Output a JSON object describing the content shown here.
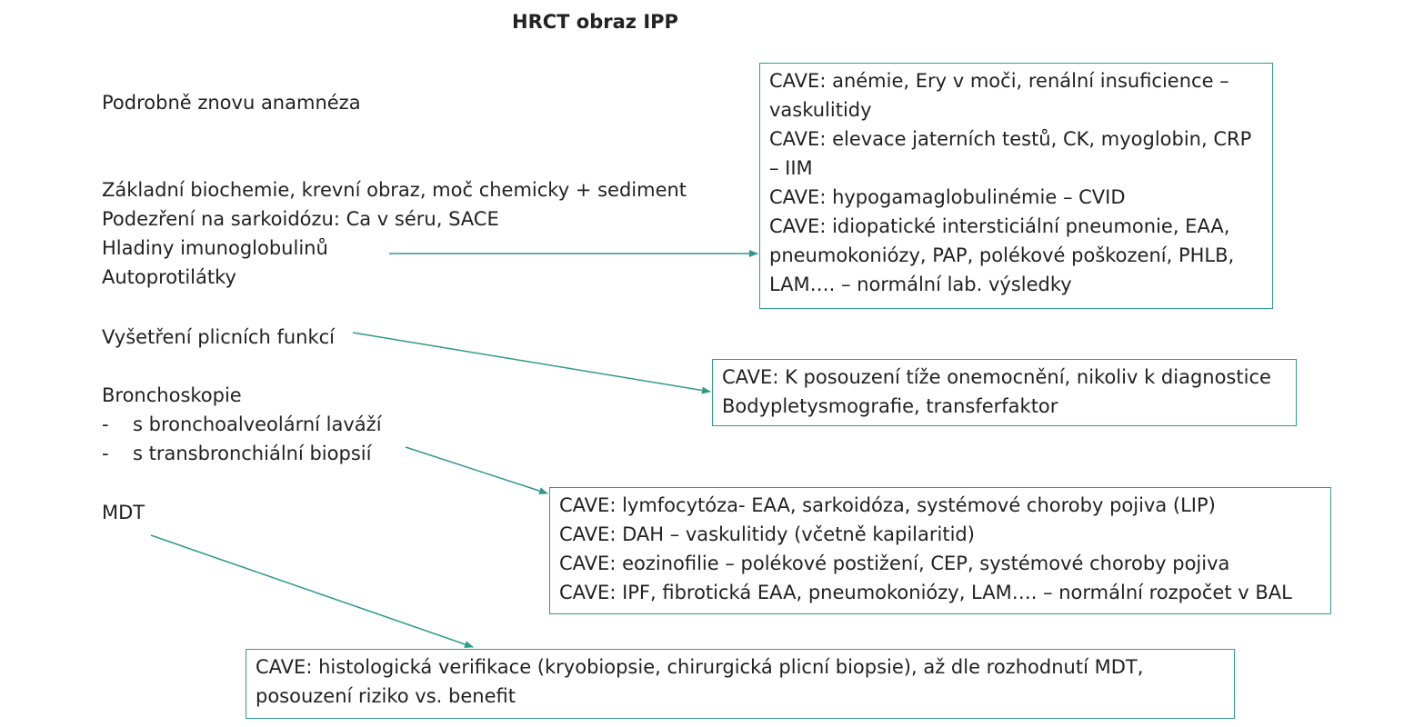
{
  "title": "HRCT obraz IPP",
  "left": {
    "anamneza": "Podrobně znovu anamnéza",
    "lab_lines": [
      "Základní biochemie, krevní obraz, moč chemicky + sediment",
      "Podezření na sarkoidózu: Ca v séru, SACE",
      "Hladiny imunoglobulinů",
      "Autoprotilátky"
    ],
    "plicni_funkce": "Vyšetření plicních funkcí",
    "bronchoskopie": "Bronchoskopie",
    "bronchoskopie_items": [
      "s bronchoalveolární laváží",
      "s transbronchiální biopsií"
    ],
    "dash": "-",
    "mdt": "MDT"
  },
  "boxes": {
    "lab": [
      "CAVE: anémie, Ery v moči, renální insuficience –",
      "vaskulitidy",
      "CAVE: elevace jaterních testů, CK, myoglobin, CRP",
      "– IIM",
      "CAVE: hypogamaglobulinémie – CVID",
      "CAVE: idiopatické intersticiální pneumonie, EAA,",
      "pneumokoniózy, PAP, polékové poškození, PHLB,",
      "LAM…. – normální lab. výsledky"
    ],
    "funkce": [
      "CAVE: K posouzení tíže onemocnění, nikoliv k diagnostice",
      "Bodypletysmografie, transferfaktor"
    ],
    "bronch": [
      "CAVE: lymfocytóza- EAA, sarkoidóza, systémové choroby pojiva (LIP)",
      "CAVE: DAH – vaskulitidy (včetně kapilaritid)",
      "CAVE: eozinofilie – polékové postižení, CEP, systémové choroby pojiva",
      "CAVE: IPF, fibrotická EAA, pneumokoniózy, LAM…. – normální rozpočet v BAL"
    ],
    "mdt": [
      "CAVE: histologická verifikace (kryobiopsie, chirurgická plicní biopsie), až dle rozhodnutí MDT,",
      "posouzení riziko vs. benefit"
    ]
  },
  "colors": {
    "accent": "#2e9a8a",
    "text": "#222222"
  }
}
